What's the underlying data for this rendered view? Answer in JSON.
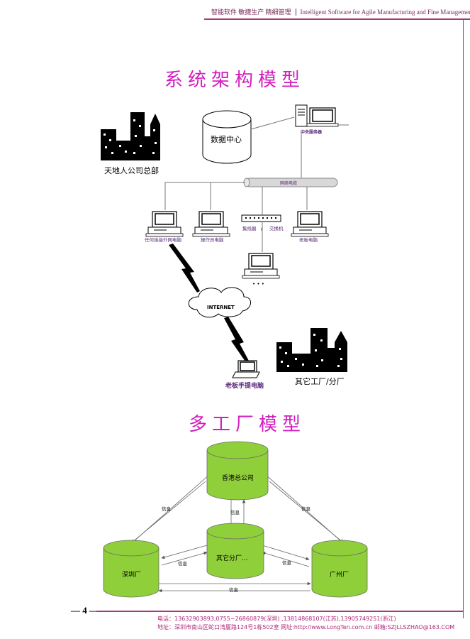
{
  "header": {
    "cn_text": "智能软件 敏捷生产 精细管理",
    "en_text": "Intelligent Software for Agile Manufacturing and Fine Management"
  },
  "section1": {
    "title": "系统架构模型",
    "hq_label": "天地人公司总部",
    "datacenter_label": "数据中心",
    "server_label": "中央服务器",
    "network_cable_label": "网络电缆",
    "pc_external_label": "任何连接外网电脑",
    "pc_operator_label": "操作员电脑",
    "hub_label": "集线器",
    "switch_label": "交换机",
    "pc_boss_label": "老板电脑",
    "dots": "• • •",
    "internet_label": "INTERNET",
    "laptop_label": "老板手提电脑",
    "other_factory_label": "其它工厂/分厂"
  },
  "section2": {
    "title": "多工厂模型",
    "hk_label": "香港总公司",
    "sz_label": "深圳厂",
    "gz_label": "广州厂",
    "other_label": "其它分厂...",
    "info_label": "信息"
  },
  "colors": {
    "title": "#d21fbf",
    "cylinder_green": "#8fcf3a",
    "footer_text": "#b0287a"
  },
  "footer": {
    "page_number": "— 4 —",
    "phone_line": "电话：13632903893,0755−26860879(深圳) ,13814868107(江苏),13905749251(浙江)",
    "address_line": "地址：深圳市南山区蛇口湾厦路124号1栋502室  网址:http://www.LongTen.com.cn  邮箱:SZJLLSZHAO@163.COM"
  }
}
